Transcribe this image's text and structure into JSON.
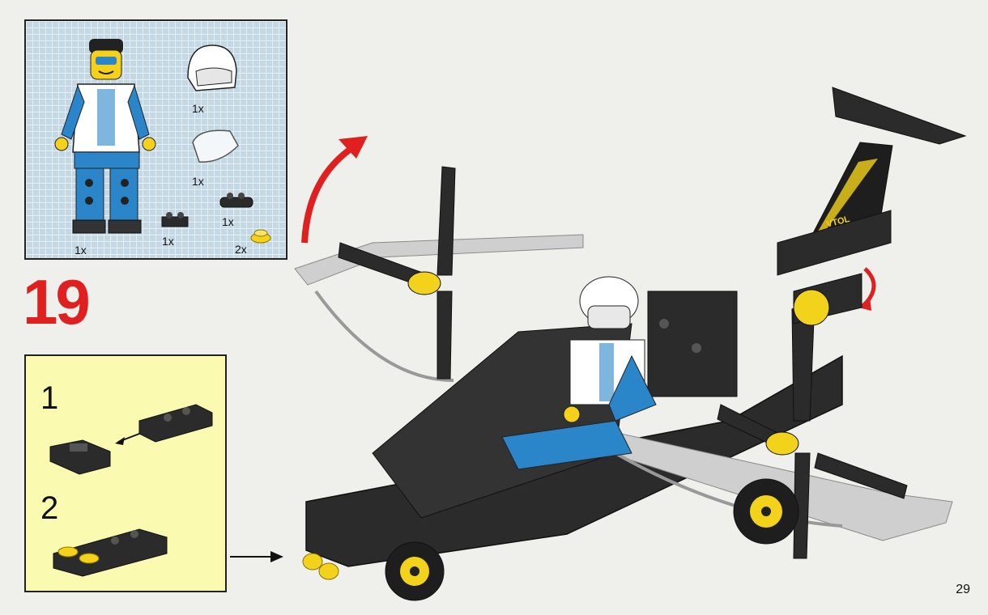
{
  "step": {
    "number": "19"
  },
  "parts": {
    "minifig_qty": "1x",
    "helmet_qty": "1x",
    "visor_qty": "1x",
    "plate_a_qty": "1x",
    "plate_b_qty": "1x",
    "round_qty": "2x"
  },
  "substeps": [
    {
      "number": "1"
    },
    {
      "number": "2"
    }
  ],
  "model_decal": "VTOL",
  "page": {
    "number": "29"
  },
  "colors": {
    "accent_red": "#e01f1f",
    "brick_black": "#2b2b2b",
    "brick_yellow": "#f2d21a",
    "fig_blue": "#2a86c8"
  }
}
